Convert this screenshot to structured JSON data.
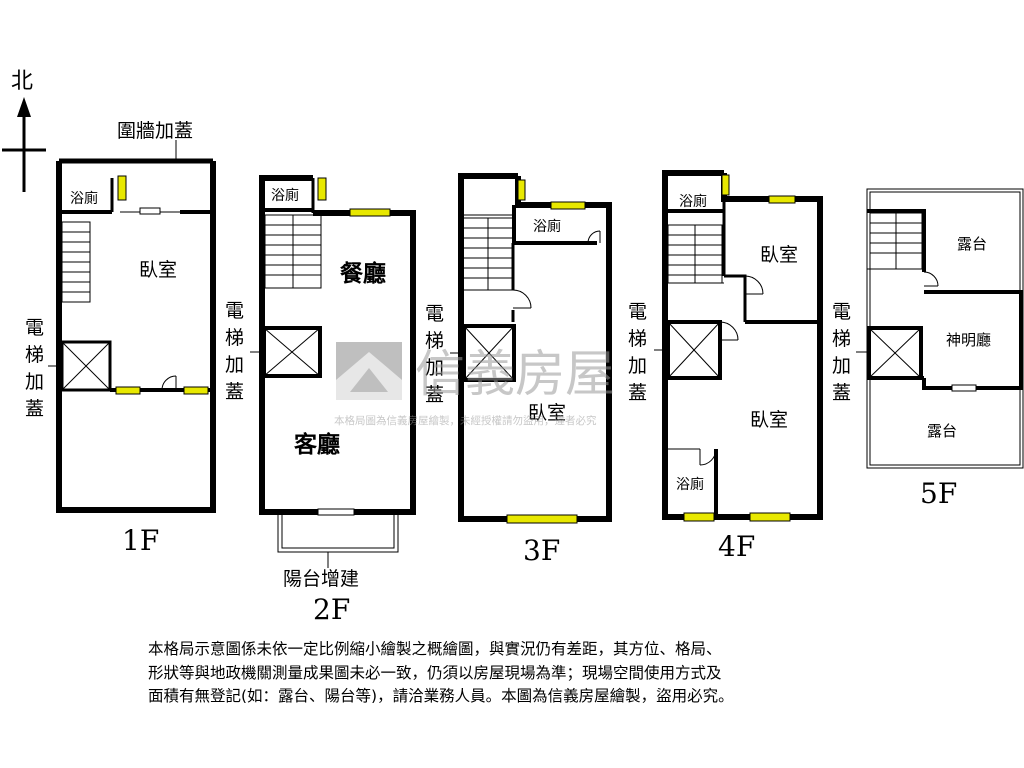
{
  "compass": {
    "north": "北"
  },
  "floor_1": {
    "name": "1F",
    "wall_extension": "圍牆加蓋",
    "bathroom": "浴廁",
    "bedroom": "臥室",
    "elevator": [
      "電",
      "梯",
      "加",
      "蓋"
    ]
  },
  "floor_2": {
    "name": "2F",
    "bathroom": "浴廁",
    "dining": "餐廳",
    "living": "客廳",
    "balcony": "陽台增建",
    "elevator": [
      "電",
      "梯",
      "加",
      "蓋"
    ]
  },
  "floor_3": {
    "name": "3F",
    "bathroom": "浴廁",
    "bedroom": "臥室",
    "elevator": [
      "電",
      "梯",
      "加",
      "蓋"
    ]
  },
  "floor_4": {
    "name": "4F",
    "bathroom_top": "浴廁",
    "bedroom_top": "臥室",
    "bedroom_main": "臥室",
    "bathroom_bottom": "浴廁",
    "elevator": [
      "電",
      "梯",
      "加",
      "蓋"
    ]
  },
  "floor_5": {
    "name": "5F",
    "terrace_top": "露台",
    "shrine": "神明廳",
    "terrace_bottom": "露台",
    "elevator": [
      "電",
      "梯",
      "加",
      "蓋"
    ]
  },
  "watermark": {
    "brand": "信義房屋",
    "notice": "本格局圖為信義房屋繪製，未經授權請勿盜用，違者必究"
  },
  "disclaimer": [
    "本格局示意圖係未依一定比例縮小繪製之概繪圖，與實況仍有差距，其方位、格局、",
    "形狀等與地政機關測量成果圖未必一致，仍須以房屋現場為準；現場空間使用方式及",
    "面積有無登記(如：露台、陽台等)，請洽業務人員。本圖為信義房屋繪製，盜用必究。"
  ]
}
